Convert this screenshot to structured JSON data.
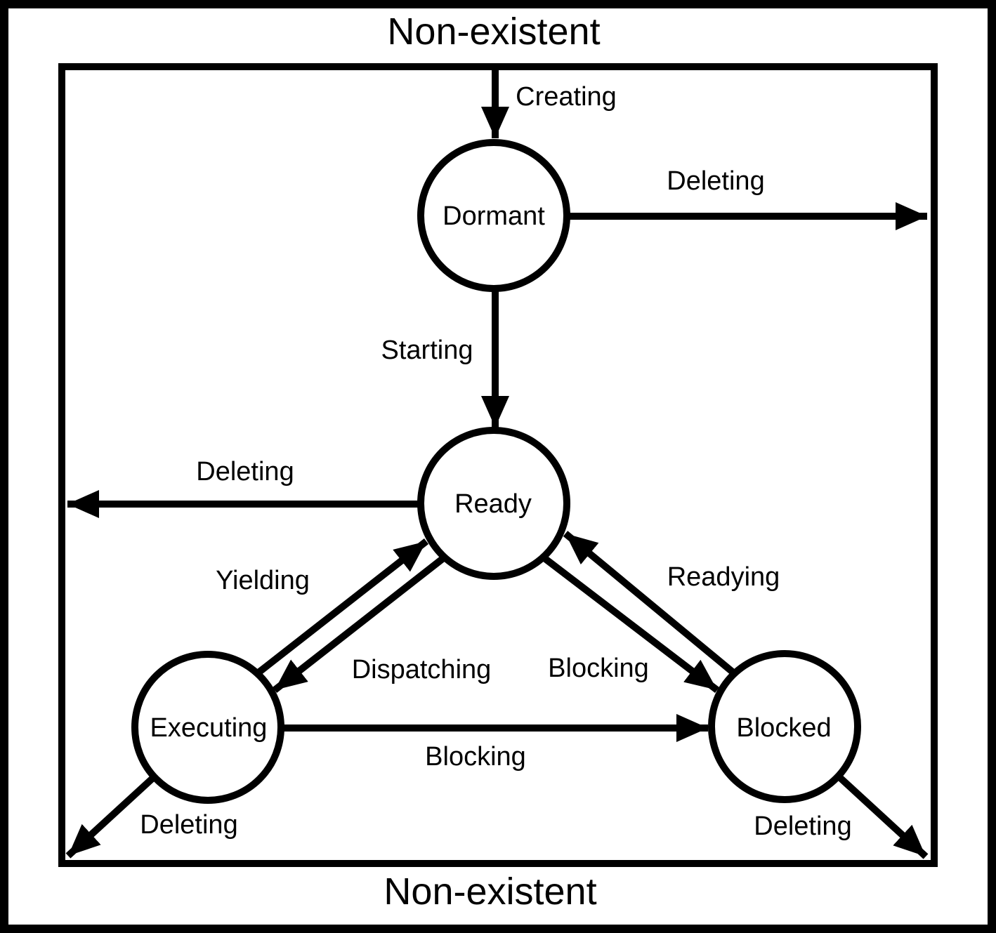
{
  "diagram": {
    "title_hint": "Task state diagram",
    "outer_region": {
      "label_top": "Non-existent",
      "label_bottom": "Non-existent"
    },
    "states": {
      "dormant": "Dormant",
      "ready": "Ready",
      "executing": "Executing",
      "blocked": "Blocked"
    },
    "transitions": {
      "creating": "Creating",
      "deleting_dormant": "Deleting",
      "starting": "Starting",
      "deleting_ready": "Deleting",
      "yielding": "Yielding",
      "dispatching": "Dispatching",
      "blocking_diagonal": "Blocking",
      "readying": "Readying",
      "blocking_horizontal": "Blocking",
      "deleting_executing": "Deleting",
      "deleting_blocked": "Deleting"
    },
    "colors": {
      "stroke": "#000000",
      "background": "#ffffff"
    }
  }
}
